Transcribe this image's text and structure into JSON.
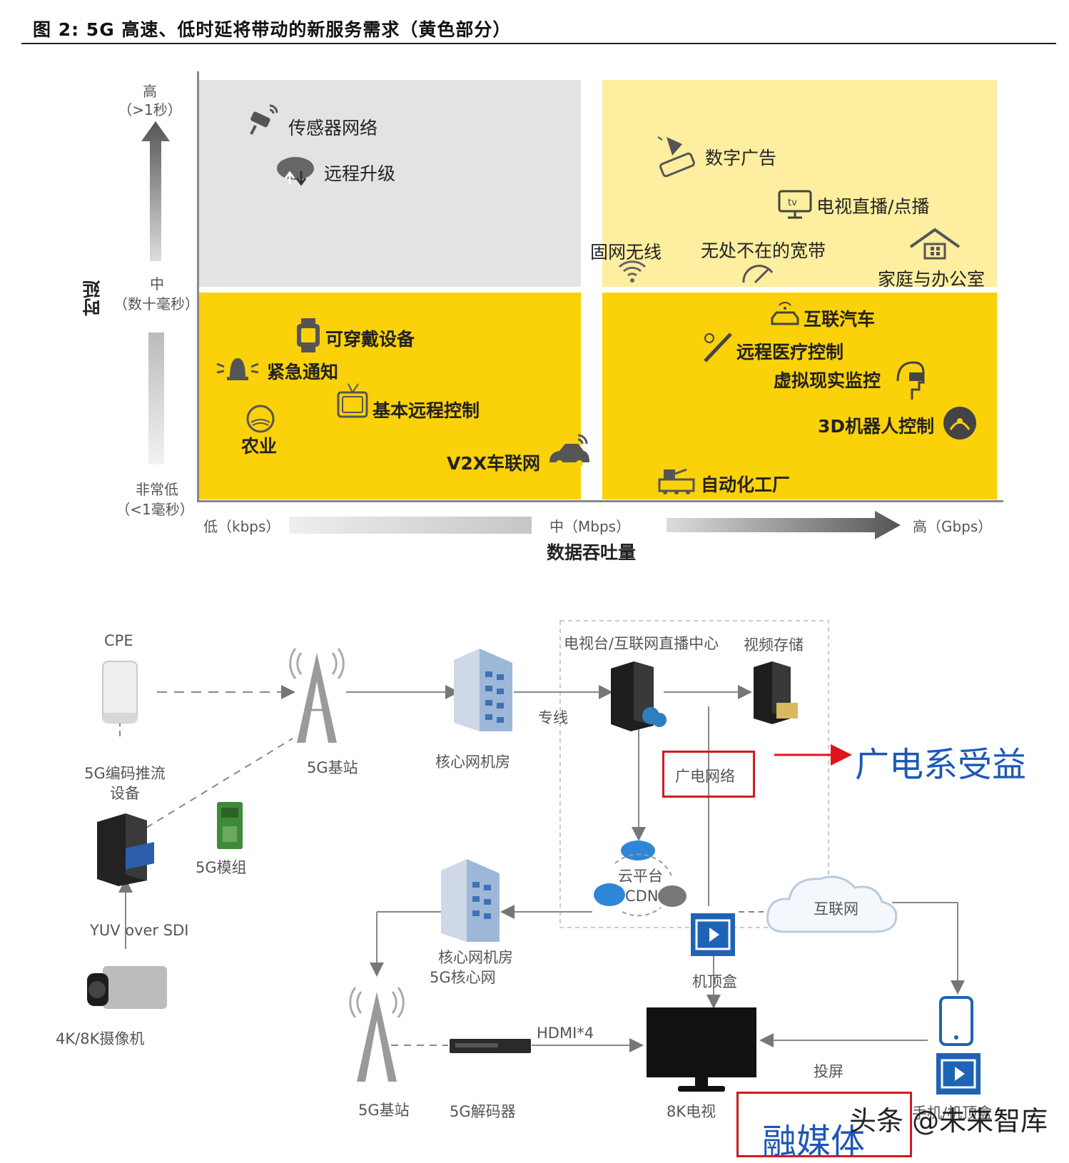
{
  "title": "图 2:  5G 高速、低时延将带动的新服务需求（黄色部分）",
  "quadrant": {
    "y_axis": {
      "title": "时延",
      "high": "高",
      "high_sub": "（>1秒）",
      "mid": "中",
      "mid_sub": "（数十毫秒）",
      "low": "非常低",
      "low_sub": "（<1毫秒）"
    },
    "x_axis": {
      "title": "数据吞吐量",
      "low": "低（kbps）",
      "mid": "中（Mbps）",
      "high": "高（Gbps）"
    },
    "top_left": [
      "传感器网络",
      "远程升级"
    ],
    "top_right": [
      "数字广告",
      "电视直播/点播",
      "固网无线",
      "无处不在的宽带",
      "家庭与办公室"
    ],
    "bottom_left": [
      "可穿戴设备",
      "紧急通知",
      "基本远程控制",
      "农业",
      "V2X车联网"
    ],
    "bottom_right": [
      "互联汽车",
      "远程医疗控制",
      "虚拟现实监控",
      "3D机器人控制",
      "自动化工厂"
    ],
    "colors": {
      "gray": "#e3e3e3",
      "light_yellow": "#fdeea0",
      "yellow": "#fbd10a"
    }
  },
  "network": {
    "cpe": "CPE",
    "encoder": "5G编码推流\n设备",
    "module": "5G模组",
    "yuv": "YUV over SDI",
    "camera": "4K/8K摄像机",
    "base_station_1": "5G基站",
    "core_room_1": "核心网机房",
    "dedicated_line": "专线",
    "tv_center": "电视台/互联网直播中心",
    "video_storage": "视频存储",
    "broadcast_net": "广电网络",
    "broadcast_benefit": "广电系受益",
    "cloud_platform": "云平台",
    "cdn": "CDN",
    "internet": "互联网",
    "core_room_2": "核心网机房",
    "core_net_5g": "5G核心网",
    "set_top_box": "机顶盒",
    "base_station_2": "5G基站",
    "decoder": "5G解码器",
    "hdmi": "HDMI*4",
    "tv8k": "8K电视",
    "cast": "投屏",
    "phone_box": "手机/机顶盒",
    "fusion_media": "融媒体",
    "watermark": "头条 @未来智库",
    "accent_red": "#d4191f",
    "accent_blue": "#1d57b8"
  }
}
